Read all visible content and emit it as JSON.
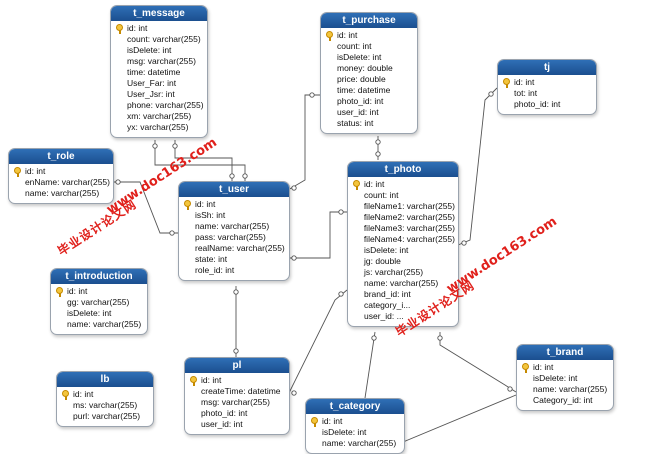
{
  "tables": [
    {
      "id": "t_message",
      "name": "t_message",
      "fields": [
        {
          "label": "id: int",
          "key": true
        },
        {
          "label": "count: varchar(255)"
        },
        {
          "label": "isDelete: int"
        },
        {
          "label": "msg: varchar(255)"
        },
        {
          "label": "time: datetime"
        },
        {
          "label": "User_Far: int"
        },
        {
          "label": "User_Jsr: int"
        },
        {
          "label": "phone: varchar(255)"
        },
        {
          "label": "xm: varchar(255)"
        },
        {
          "label": "yx: varchar(255)"
        }
      ]
    },
    {
      "id": "t_purchase",
      "name": "t_purchase",
      "fields": [
        {
          "label": "id: int",
          "key": true
        },
        {
          "label": "count: int"
        },
        {
          "label": "isDelete: int"
        },
        {
          "label": "money: double"
        },
        {
          "label": "price: double"
        },
        {
          "label": "time: datetime"
        },
        {
          "label": "photo_id: int"
        },
        {
          "label": "user_id: int"
        },
        {
          "label": "status: int"
        }
      ]
    },
    {
      "id": "tj",
      "name": "tj",
      "fields": [
        {
          "label": "id: int",
          "key": true
        },
        {
          "label": "tot: int"
        },
        {
          "label": "photo_id: int"
        }
      ]
    },
    {
      "id": "t_role",
      "name": "t_role",
      "fields": [
        {
          "label": "id: int",
          "key": true
        },
        {
          "label": "enName: varchar(255)"
        },
        {
          "label": "name: varchar(255)"
        }
      ]
    },
    {
      "id": "t_user",
      "name": "t_user",
      "fields": [
        {
          "label": "id: int",
          "key": true
        },
        {
          "label": "isSh: int"
        },
        {
          "label": "name: varchar(255)"
        },
        {
          "label": "pass: varchar(255)"
        },
        {
          "label": "realName: varchar(255)"
        },
        {
          "label": "state: int"
        },
        {
          "label": "role_id: int"
        }
      ]
    },
    {
      "id": "t_photo",
      "name": "t_photo",
      "fields": [
        {
          "label": "id: int",
          "key": true
        },
        {
          "label": "count: int"
        },
        {
          "label": "fileName1: varchar(255)"
        },
        {
          "label": "fileName2: varchar(255)"
        },
        {
          "label": "fileName3: varchar(255)"
        },
        {
          "label": "fileName4: varchar(255)"
        },
        {
          "label": "isDelete: int"
        },
        {
          "label": "jg: double"
        },
        {
          "label": "js: varchar(255)"
        },
        {
          "label": "name: varchar(255)"
        },
        {
          "label": "brand_id: int"
        },
        {
          "label": "category_i..."
        },
        {
          "label": "user_id: ..."
        }
      ]
    },
    {
      "id": "t_introduction",
      "name": "t_introduction",
      "fields": [
        {
          "label": "id: int",
          "key": true
        },
        {
          "label": "gg: varchar(255)"
        },
        {
          "label": "isDelete: int"
        },
        {
          "label": "name: varchar(255)"
        }
      ]
    },
    {
      "id": "lb",
      "name": "lb",
      "fields": [
        {
          "label": "id: int",
          "key": true
        },
        {
          "label": "ms: varchar(255)"
        },
        {
          "label": "purl: varchar(255)"
        }
      ]
    },
    {
      "id": "pl",
      "name": "pl",
      "fields": [
        {
          "label": "id: int",
          "key": true
        },
        {
          "label": "createTime: datetime"
        },
        {
          "label": "msg: varchar(255)"
        },
        {
          "label": "photo_id: int"
        },
        {
          "label": "user_id: int"
        }
      ]
    },
    {
      "id": "t_category",
      "name": "t_category",
      "fields": [
        {
          "label": "id: int",
          "key": true
        },
        {
          "label": "isDelete: int"
        },
        {
          "label": "name: varchar(255)"
        }
      ]
    },
    {
      "id": "t_brand",
      "name": "t_brand",
      "fields": [
        {
          "label": "id: int",
          "key": true
        },
        {
          "label": "isDelete: int"
        },
        {
          "label": "name: varchar(255)"
        },
        {
          "label": "Category_id: int"
        }
      ]
    }
  ],
  "watermark": {
    "url": "www.doc163.com",
    "cn": "毕业设计论文网"
  },
  "colors": {
    "header": "#1b4f8f",
    "key_icon": "#f3c53d",
    "watermark": "#e0201b",
    "line": "#555555"
  }
}
